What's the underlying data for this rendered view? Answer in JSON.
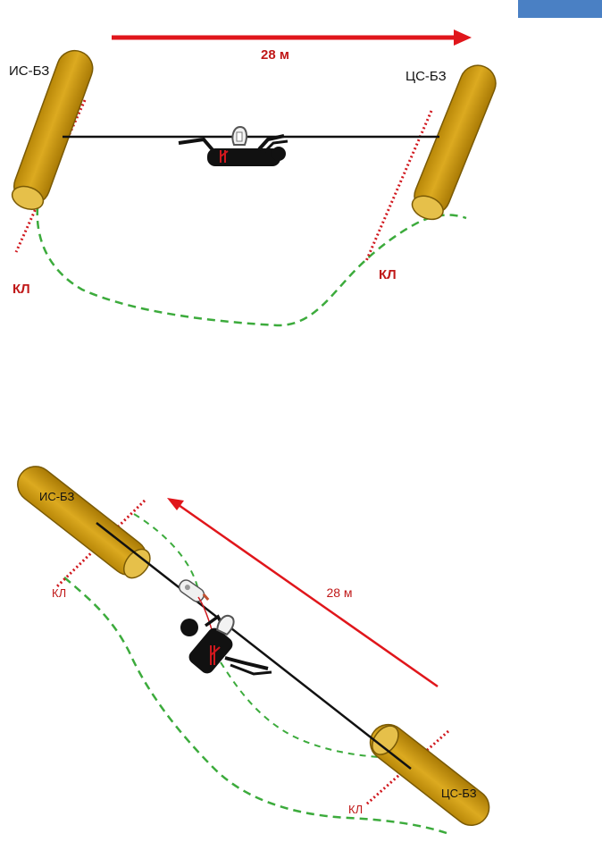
{
  "colors": {
    "accent_bar": "#4a80c4",
    "arrow": "#e0161b",
    "log_fill": "#d4a017",
    "log_end": "#e6c04a",
    "log_stroke": "#7a5a05",
    "control_line": "#d0181e",
    "safety_path": "#3cab3c",
    "rope": "#111111",
    "label_dark": "#111111",
    "label_red": "#c01818"
  },
  "icons": {
    "carabiner": "carabiner-icon",
    "person": "person-crawling-icon",
    "descender": "descender-icon"
  },
  "diagram_top": {
    "distance_label": "28 м",
    "start_log_label": "ИС-БЗ",
    "end_log_label": "ЦС-БЗ",
    "control_line_left_label": "КЛ",
    "control_line_right_label": "КЛ"
  },
  "diagram_bottom": {
    "distance_label": "28 м",
    "start_log_label": "ИС-БЗ",
    "end_log_label": "ЦС-БЗ",
    "control_line_top_label": "КЛ",
    "control_line_bottom_label": "КЛ"
  }
}
